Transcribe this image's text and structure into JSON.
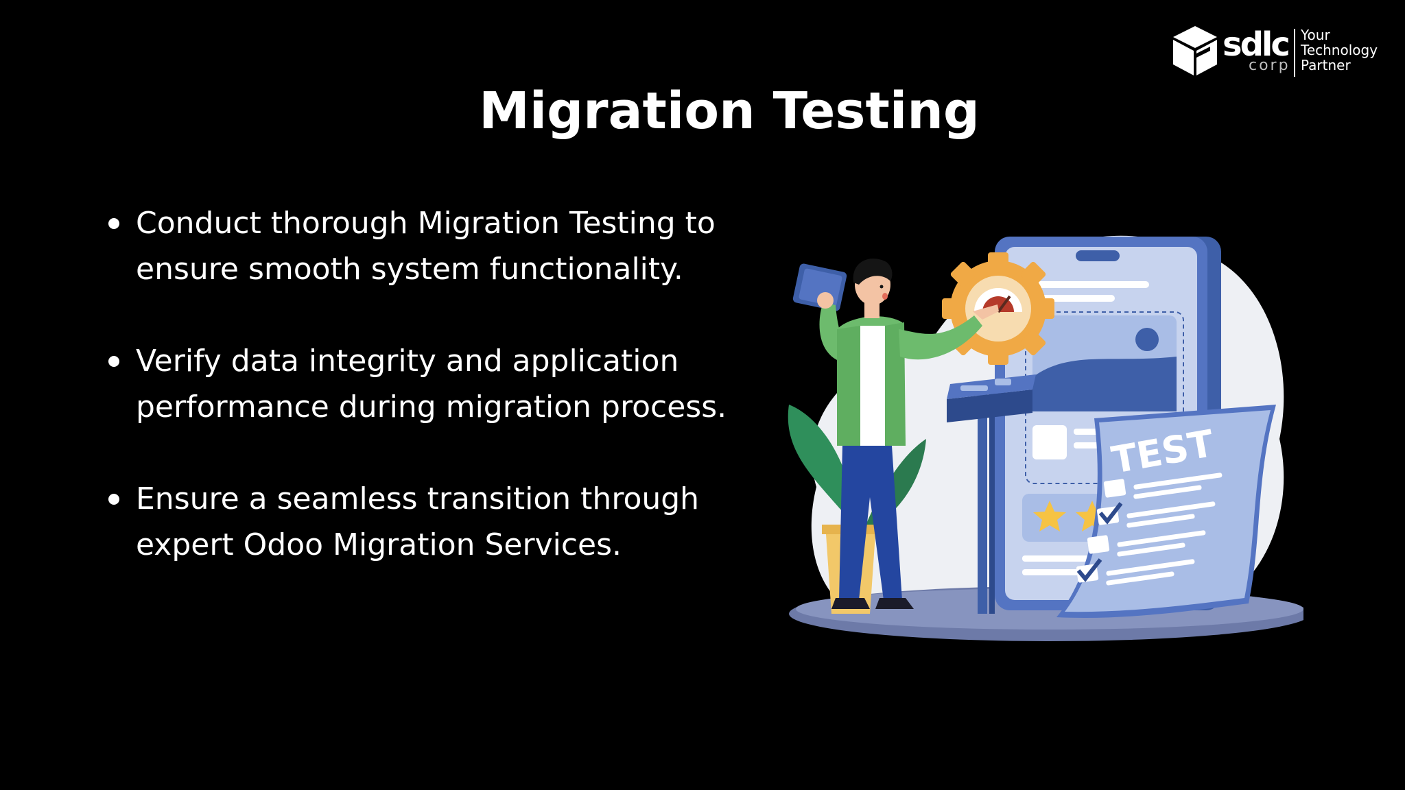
{
  "slide": {
    "title": "Migration Testing",
    "bullets": [
      "Conduct thorough Migration Testing to ensure smooth system functionality.",
      "Verify data integrity and application performance during migration process.",
      "Ensure a seamless transition through expert Odoo Migration Services."
    ]
  },
  "logo": {
    "wordmark": "sdlc",
    "sub": "corp",
    "tagline": [
      "Your",
      "Technology",
      "Partner"
    ]
  },
  "illustration": {
    "badge_text": "TEST",
    "icons": [
      "gear-icon",
      "speedometer-icon",
      "star-icon",
      "checkmark-icon",
      "tablet-icon",
      "plant-icon"
    ]
  },
  "colors": {
    "background": "#000000",
    "text": "#ffffff",
    "phone_blue": "#3e5fa8",
    "light_blue": "#a9bde6",
    "gear_orange": "#f0a945",
    "jacket_green": "#6dbb6d",
    "pants_blue": "#2446a0",
    "star_yellow": "#f6c343"
  }
}
